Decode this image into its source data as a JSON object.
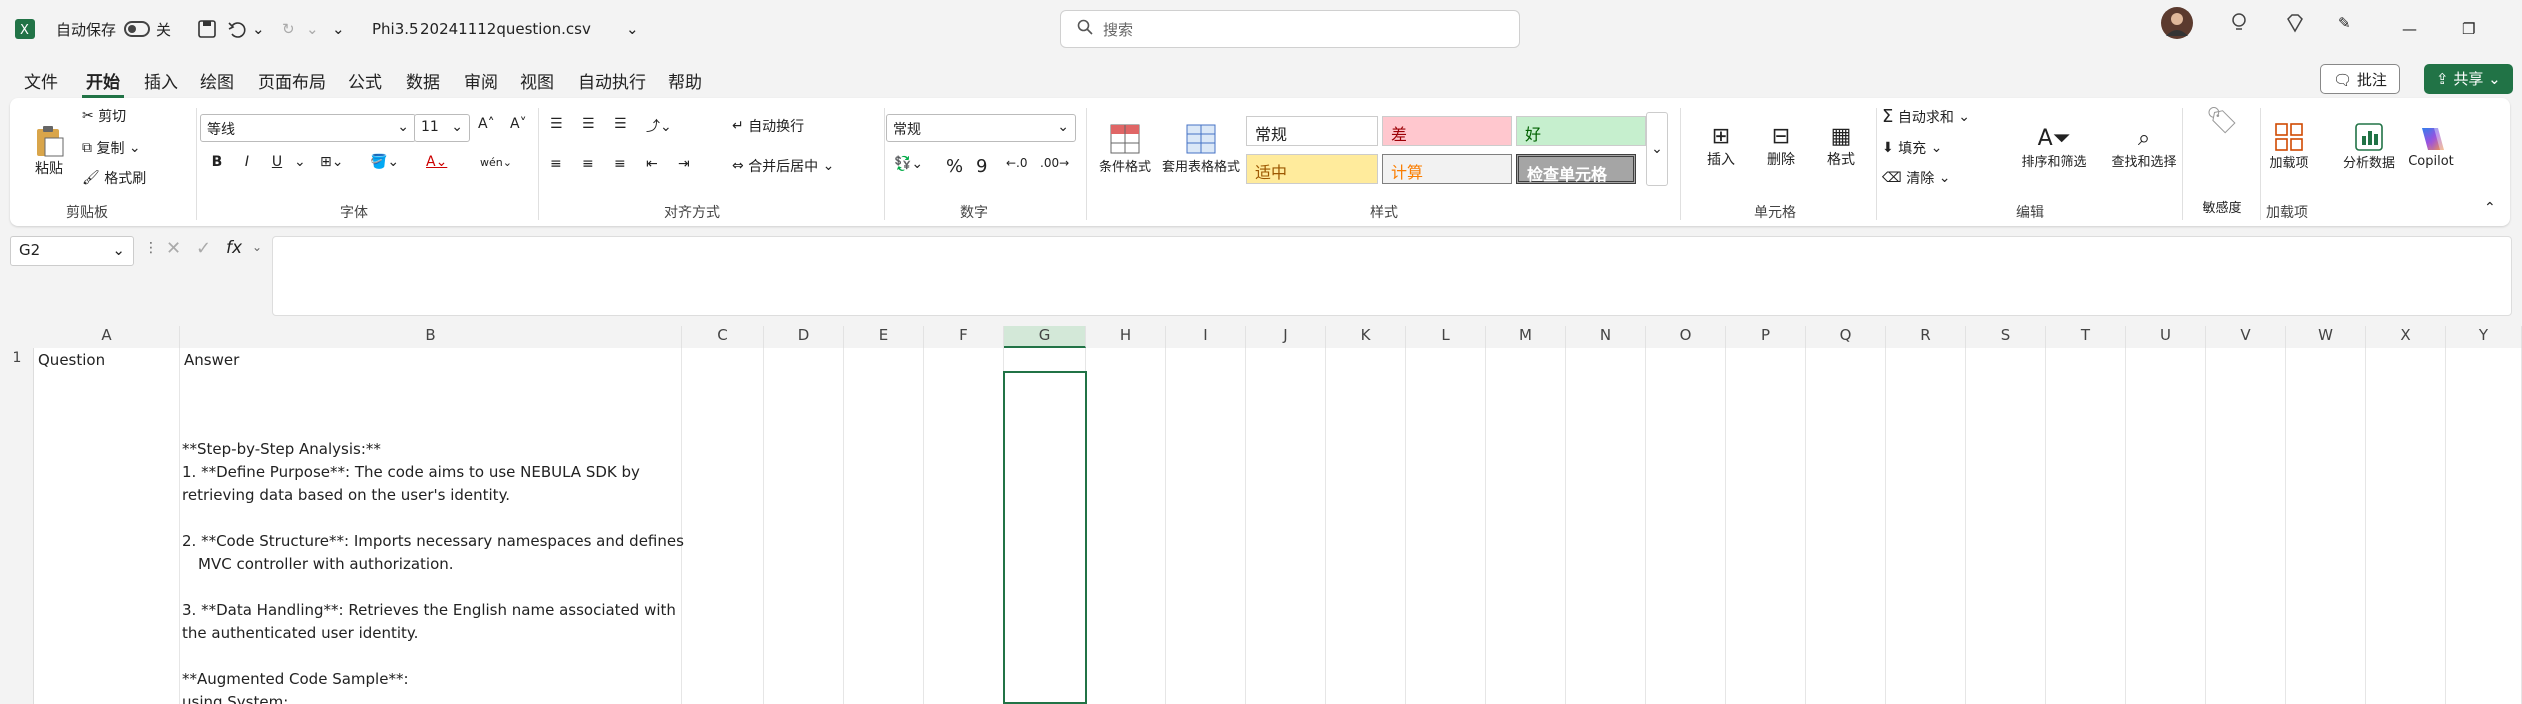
{
  "titlebar": {
    "autosave_label": "自动保存",
    "autosave_state": "关",
    "doc_name_prefix": "Phi3.5",
    "file_name": "20241112question.csv",
    "search_placeholder": "搜索"
  },
  "tabs": [
    "文件",
    "开始",
    "插入",
    "绘图",
    "页面布局",
    "公式",
    "数据",
    "审阅",
    "视图",
    "自动执行",
    "帮助"
  ],
  "ribbon": {
    "clipboard": {
      "paste": "粘贴",
      "cut": "剪切",
      "copy": "复制",
      "format_painter": "格式刷",
      "label": "剪贴板"
    },
    "font": {
      "name": "等线",
      "size": "11",
      "bold": "B",
      "italic": "I",
      "underline": "U",
      "label": "字体"
    },
    "alignment": {
      "wrap": "自动换行",
      "merge": "合并后居中",
      "label": "对齐方式"
    },
    "number": {
      "format": "常规",
      "label": "数字"
    },
    "styles": {
      "conditional": "条件格式",
      "table": "套用表格格式",
      "normal": "常规",
      "bad": "差",
      "good": "好",
      "neutral": "适中",
      "calc": "计算",
      "check": "检查单元格",
      "label": "样式"
    },
    "cells": {
      "insert": "插入",
      "delete": "删除",
      "format": "格式",
      "label": "单元格"
    },
    "editing": {
      "autosum": "自动求和",
      "fill": "填充",
      "clear": "清除",
      "sort": "排序和筛选",
      "find": "查找和选择",
      "label": "编辑"
    },
    "sensitivity": {
      "label": "敏感度"
    },
    "addins": {
      "addins": "加载项",
      "analyze": "分析数据",
      "copilot": "Copilot",
      "label": "加载项"
    }
  },
  "top_right": {
    "comments": "批注",
    "share": "共享"
  },
  "formula_bar": {
    "cell_ref": "G2",
    "fx": "fx"
  },
  "columns": [
    "A",
    "B",
    "C",
    "D",
    "E",
    "F",
    "G",
    "H",
    "I",
    "J",
    "K",
    "L",
    "M",
    "N",
    "O",
    "P",
    "Q",
    "R",
    "S",
    "T",
    "U",
    "V",
    "W",
    "X",
    "Y"
  ],
  "rows": [
    "1"
  ],
  "cells": {
    "A1": "Question",
    "B1": "Answer",
    "lines": [
      "**Step-by-Step Analysis:**",
      "1. **Define Purpose**: The code aims to use NEBULA SDK by",
      "retrieving data based on the user's identity.",
      "2. **Code Structure**: Imports necessary namespaces and defines",
      "MVC controller with authorization.",
      "3. **Data Handling**: Retrieves the English name associated with",
      "the authenticated user identity.",
      "**Augmented Code Sample**:",
      "using System;"
    ]
  },
  "colors": {
    "accent": "#217346",
    "share_bg": "#217346",
    "bad_bg": "#ffc7ce",
    "good_bg": "#c6efce",
    "neutral_bg": "#ffeb9c",
    "check_bg": "#a5a5a5"
  }
}
